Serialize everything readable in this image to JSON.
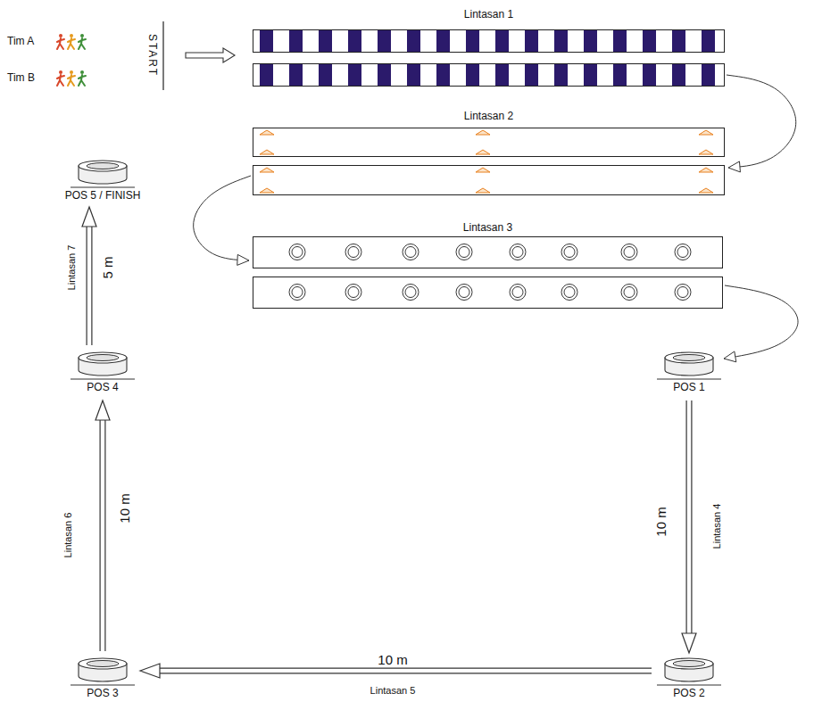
{
  "diagram": {
    "nodes": [
      {
        "text": [
          "Lintasan 1"
        ]
      },
      {
        "text": [
          "Lintasan 2"
        ]
      },
      {
        "text": [
          "Lintasan 3"
        ]
      },
      {
        "text": [
          "POS 1"
        ]
      },
      {
        "text": [
          "POS 2"
        ]
      },
      {
        "text": [
          "POS 3"
        ]
      },
      {
        "text": [
          "POS 4"
        ]
      },
      {
        "text": [
          "POS 5 / FINISH"
        ]
      }
    ],
    "edges": [
      {
        "from": 0,
        "to": 1,
        "arrow": "to"
      },
      {
        "from": 1,
        "to": 2,
        "arrow": "to"
      },
      {
        "from": 2,
        "to": 3,
        "arrow": "to"
      },
      {
        "from": 3,
        "to": 4,
        "label": "Lintasan 4",
        "arrow": "to"
      },
      {
        "from": 4,
        "to": 5,
        "label": "Lintasan 5",
        "arrow": "to"
      },
      {
        "from": 5,
        "to": 6,
        "label": "Lintasan 6",
        "arrow": "to"
      },
      {
        "from": 6,
        "to": 7,
        "label": "Lintasan 7",
        "arrow": "to"
      }
    ],
    "labels": [
      "Tim A",
      "Tim B",
      "START",
      "10 m",
      "10 m",
      "10 m",
      "5 m"
    ]
  }
}
